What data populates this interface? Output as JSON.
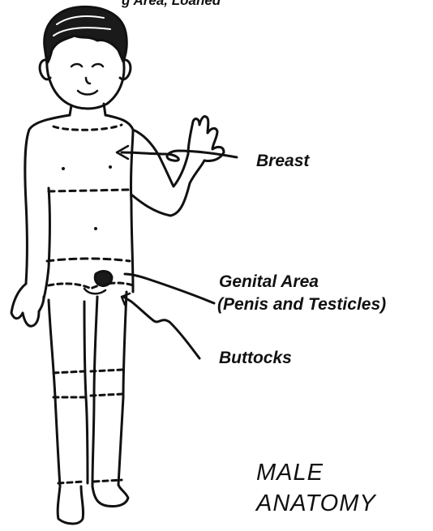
{
  "caption_top": "g Area, Loaned",
  "labels": {
    "breast": "Breast",
    "genital_area": "Genital Area",
    "genital_area_detail": "(Penis and Testicles)",
    "buttocks": "Buttocks"
  },
  "title": {
    "line1": "MALE",
    "line2": "ANATOMY"
  },
  "colors": {
    "ink": "#111111",
    "background": "#ffffff"
  }
}
